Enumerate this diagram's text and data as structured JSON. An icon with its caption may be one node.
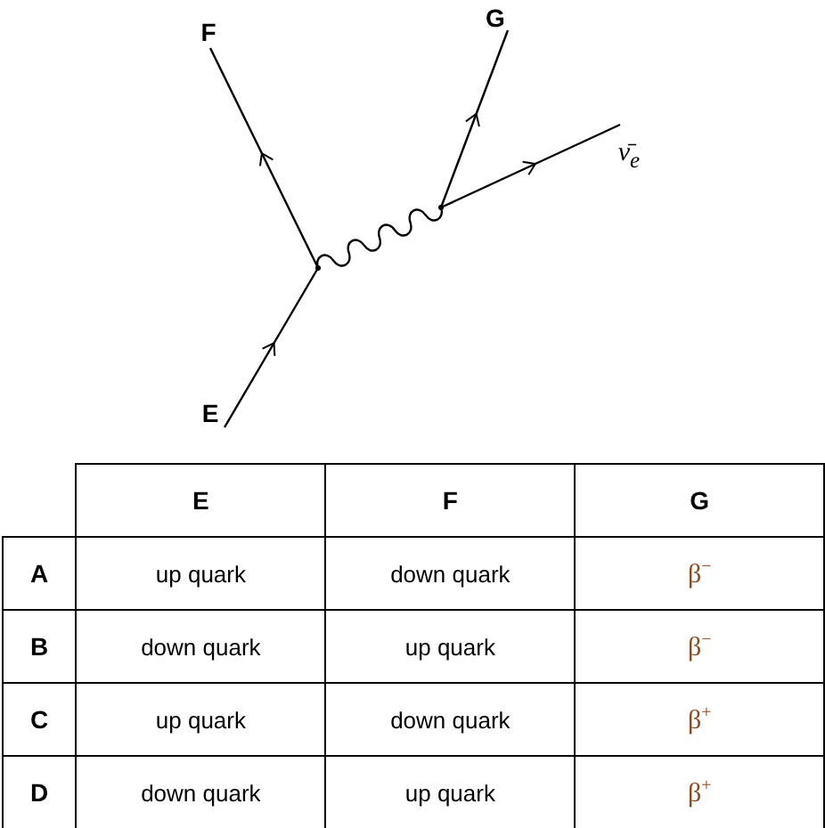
{
  "diagram": {
    "nodes": [
      {
        "text": [
          "E"
        ]
      },
      {
        "text": [
          "F"
        ]
      },
      {
        "text": [
          "G"
        ]
      },
      {
        "text": [
          "ν̄$_{e}$"
        ]
      },
      {
        "text": [],
        "shape": "dot"
      },
      {
        "text": [],
        "shape": "dot"
      }
    ],
    "edges": [
      {
        "from": 0,
        "to": 4,
        "arrow": "to"
      },
      {
        "from": 4,
        "to": 1,
        "arrow": "to"
      },
      {
        "from": 4,
        "to": 5,
        "arrow": "none"
      },
      {
        "from": 5,
        "to": 2,
        "arrow": "to"
      },
      {
        "from": 5,
        "to": 3,
        "arrow": "to"
      }
    ],
    "labels": [
      "E",
      "F",
      "G",
      "A",
      "up quark",
      "down quark",
      "β$^{−}$",
      "B",
      "down quark",
      "up quark",
      "β$^{−}$",
      "C",
      "up quark",
      "down quark",
      "β$^{+}$",
      "D",
      "down quark",
      "up quark",
      "β$^{+}$"
    ]
  }
}
